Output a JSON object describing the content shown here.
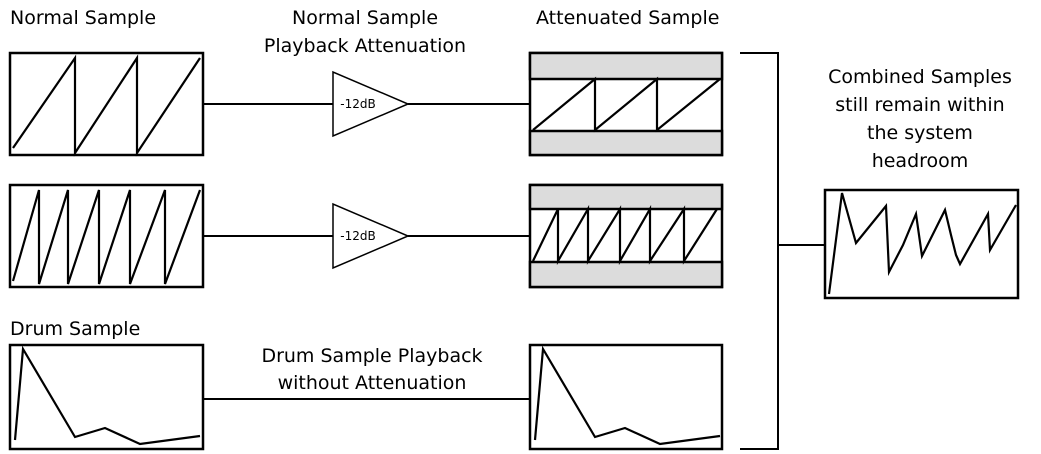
{
  "labels": {
    "normal_sample": "Normal Sample",
    "normal_playback_line1": "Normal Sample",
    "normal_playback_line2": "Playback Attenuation",
    "attenuated_sample": "Attenuated Sample",
    "drum_sample": "Drum Sample",
    "drum_playback_line1": "Drum Sample Playback",
    "drum_playback_line2": "without Attenuation",
    "combined_line1": "Combined Samples",
    "combined_line2": "still remain within",
    "combined_line3": "the system",
    "combined_line4": "headroom",
    "attenuator_1": "-12dB",
    "attenuator_2": "-12dB"
  },
  "colors": {
    "band_fill": "#dcdcdc",
    "stroke": "#000000",
    "background": "#ffffff"
  }
}
